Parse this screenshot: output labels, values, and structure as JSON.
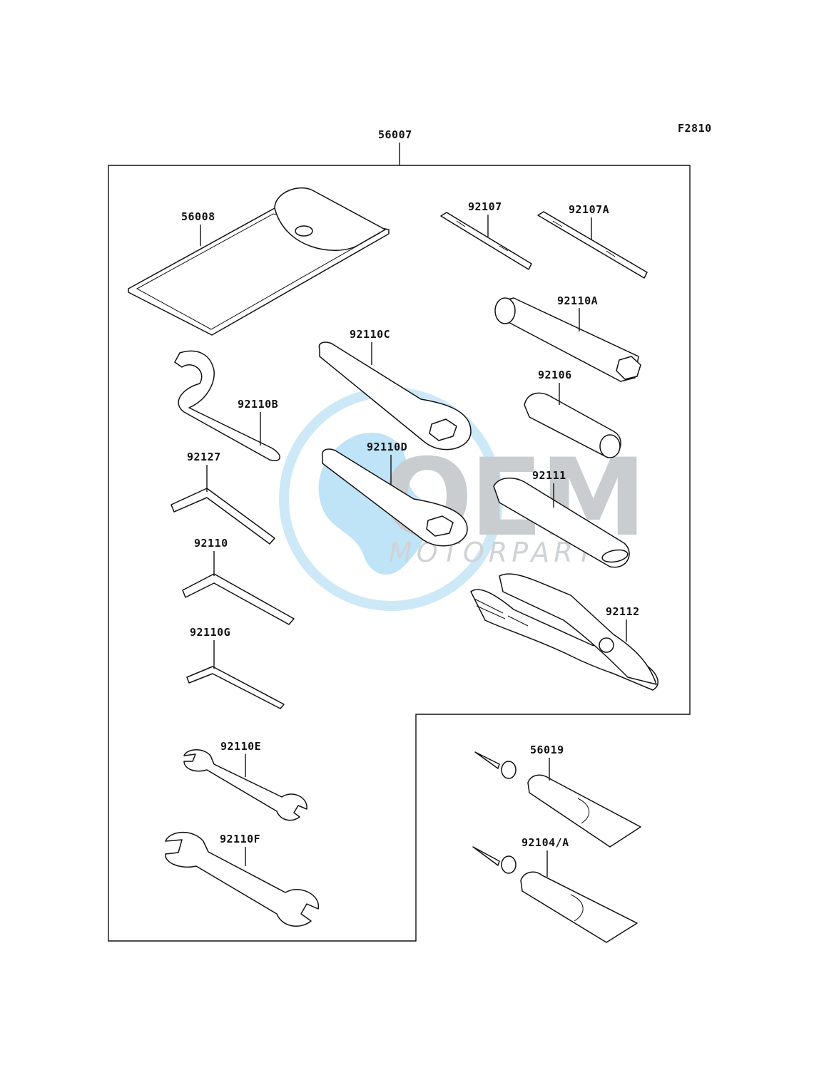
{
  "figure_code": "F2810",
  "assembly_label": "56007",
  "watermark": {
    "logo_text": "OEM",
    "tagline": "MOTORPARTS",
    "globe_color": "#bfe3f7",
    "text_color": "#c9cdd0"
  },
  "parts": {
    "p56008": "56008",
    "p92107": "92107",
    "p92107A": "92107A",
    "p92110A": "92110A",
    "p92110C": "92110C",
    "p92106": "92106",
    "p92110B": "92110B",
    "p92127": "92127",
    "p92110D": "92110D",
    "p92111": "92111",
    "p92110": "92110",
    "p92112": "92112",
    "p92110G": "92110G",
    "p92110E": "92110E",
    "p56019": "56019",
    "p92110F": "92110F",
    "p92104A": "92104/A"
  }
}
